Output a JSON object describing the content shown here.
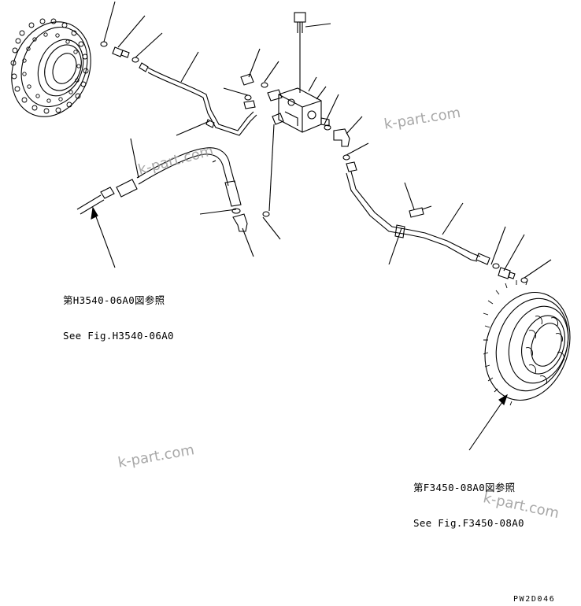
{
  "references": {
    "left": {
      "ja": "第H3540-06A0図参照",
      "en": "See Fig.H3540-06A0"
    },
    "right": {
      "ja": "第F3450-08A0図参照",
      "en": "See Fig.F3450-08A0"
    }
  },
  "watermark": "k-part.com",
  "drawing_code": "PW2D046",
  "line_color": "#000000",
  "watermark_color": "#9a9a9a"
}
